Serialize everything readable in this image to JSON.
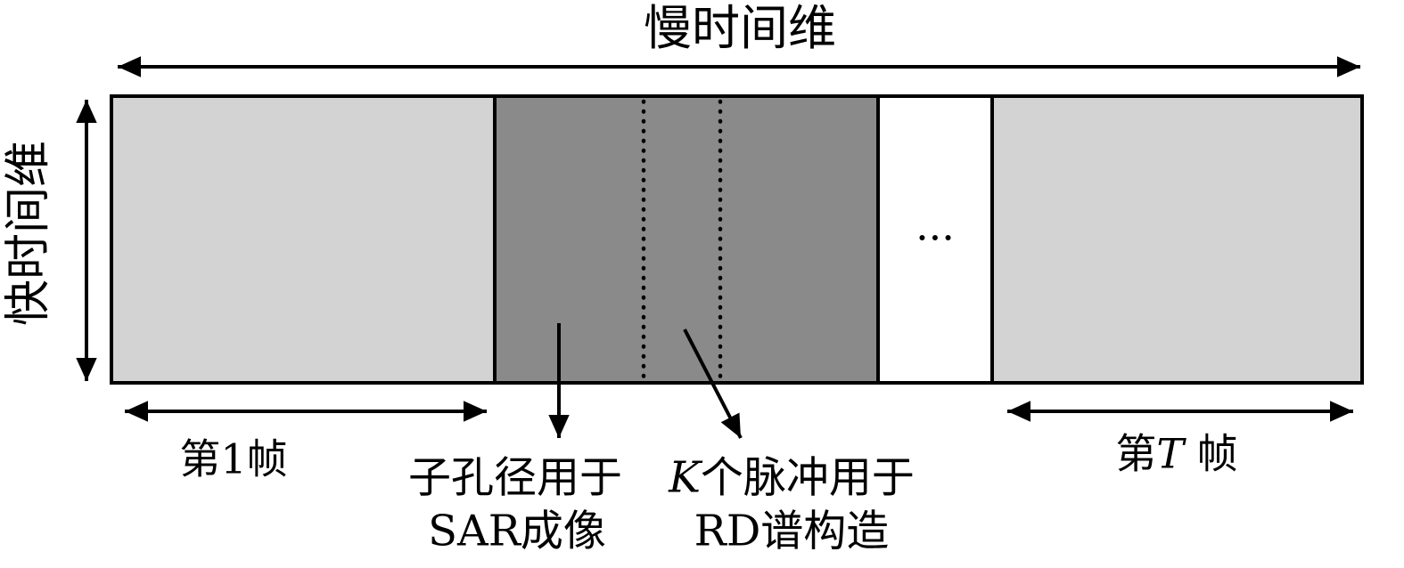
{
  "diagram": {
    "axes": {
      "slow_time": "慢时间维",
      "fast_time": "快时间维"
    },
    "segments": {
      "frame_1_label": "第1帧",
      "frame_t_label": {
        "prefix": "第",
        "variable": "T",
        "suffix": " 帧"
      },
      "ellipsis": "..."
    },
    "captions": {
      "subaperture": {
        "line1": "子孔径用于",
        "line2": "SAR成像"
      },
      "pulses": {
        "line1_variable": "K",
        "line1_text": "个脉冲用于",
        "line2": "RD谱构造"
      }
    },
    "colors": {
      "frame_fill": "#d3d3d3",
      "subaperture_fill": "#8a8a8a",
      "gap_fill": "#ffffff",
      "line": "#000000"
    }
  }
}
